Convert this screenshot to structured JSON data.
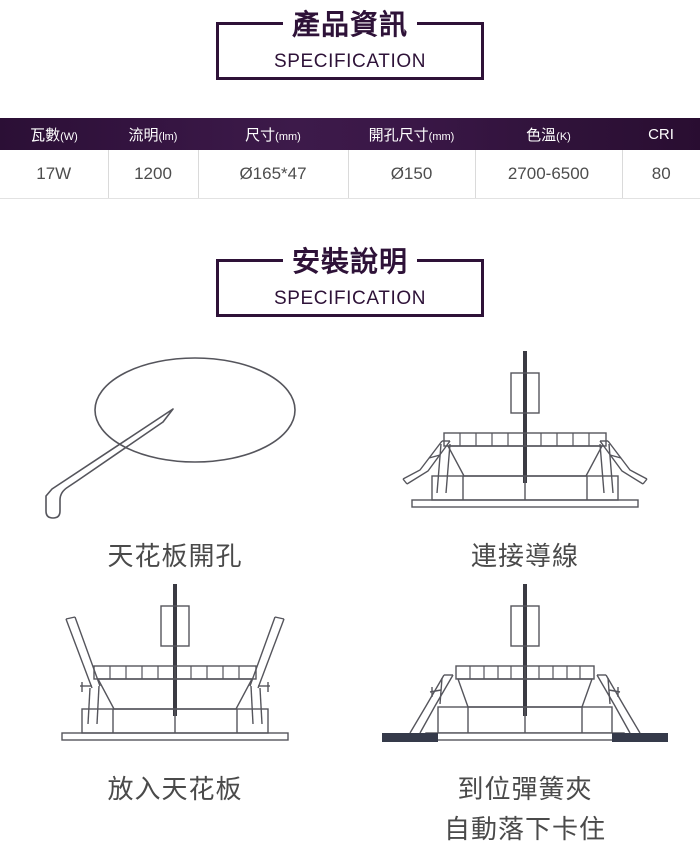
{
  "spec_section": {
    "title_cn": "產品資訊",
    "title_en": "SPECIFICATION",
    "table": {
      "headers": [
        {
          "name": "瓦數",
          "unit": "(W)"
        },
        {
          "name": "流明",
          "unit": "(lm)"
        },
        {
          "name": "尺寸",
          "unit": "(mm)"
        },
        {
          "name": "開孔尺寸",
          "unit": "(mm)"
        },
        {
          "name": "色溫",
          "unit": "(K)"
        },
        {
          "name": "CRI",
          "unit": ""
        }
      ],
      "rows": [
        [
          "17W",
          "1200",
          "Ø165*47",
          "Ø150",
          "2700-6500",
          "80"
        ]
      ]
    }
  },
  "install_section": {
    "title_cn": "安裝說明",
    "title_en": "SPECIFICATION",
    "steps": [
      {
        "label": "天花板開孔",
        "art": "knife-cutting-ceiling-hole"
      },
      {
        "label": "連接導線",
        "art": "downlight-wire-connection"
      },
      {
        "label": "放入天花板",
        "art": "downlight-insert-ceiling"
      },
      {
        "label": "到位彈簧夾\n自動落下卡住",
        "art": "downlight-springs-locked"
      }
    ]
  },
  "colors": {
    "brand_purple": "#2e1238",
    "header_gradient_light": "#3d1a4a",
    "text_gray": "#4a4a4a",
    "line_gray": "#55555c",
    "ceiling_dark": "#353a4a"
  }
}
